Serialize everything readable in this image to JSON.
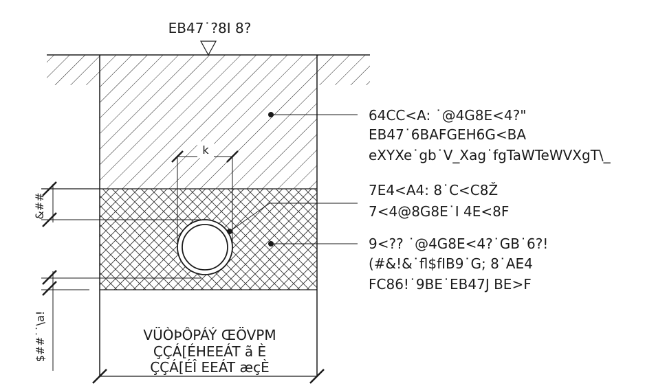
{
  "diagram": {
    "top_label": "EB47˙?8I 8?",
    "dimension_k": "k",
    "callouts": [
      {
        "lines": [
          "64CC<A: ˙@4G8E<4?\"",
          "EB47˙6BAFGEH6G<BA",
          "eXYXe˙gb˙V_Xag˙fgTaWTeWVXgT\\_"
        ]
      },
      {
        "lines": [
          "7E4<A4: 8˙C<C8Ž",
          "7<4@8G8E˙I 4E<8F"
        ]
      },
      {
        "lines": [
          "9<?? ˙@4G8E<4?˙GB˙6?!",
          "(#&!&˙fl$fIB9˙G; 8˙AE4",
          "FC86!˙9BE˙EB47J BE>F"
        ]
      }
    ],
    "left_dimensions": {
      "upper": "&##",
      "lower": "$##˙˙\\a!"
    },
    "bottom_lines": [
      "VÜÒÞÔPÁÝ ŒÖVPM",
      "ÇÇÁ[ÉHEEÁT ã È",
      "ÇÇÁ[ÉÎ EEÁT æçÈ"
    ]
  }
}
